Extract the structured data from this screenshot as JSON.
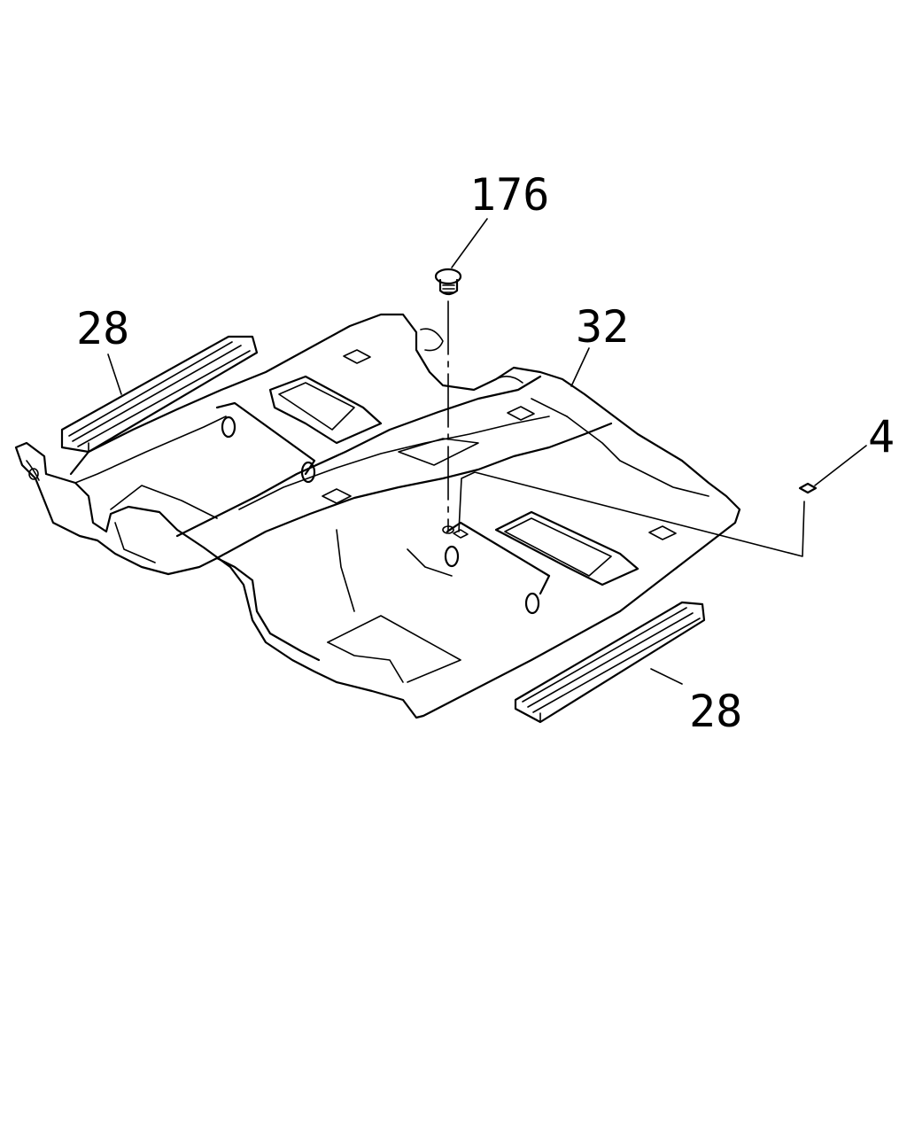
{
  "diagram": {
    "callouts": [
      {
        "id": "clip",
        "text": "176"
      },
      {
        "id": "sill-left",
        "text": "28"
      },
      {
        "id": "carpet",
        "text": "32"
      },
      {
        "id": "pad",
        "text": "4"
      },
      {
        "id": "sill-right",
        "text": "28"
      }
    ]
  }
}
